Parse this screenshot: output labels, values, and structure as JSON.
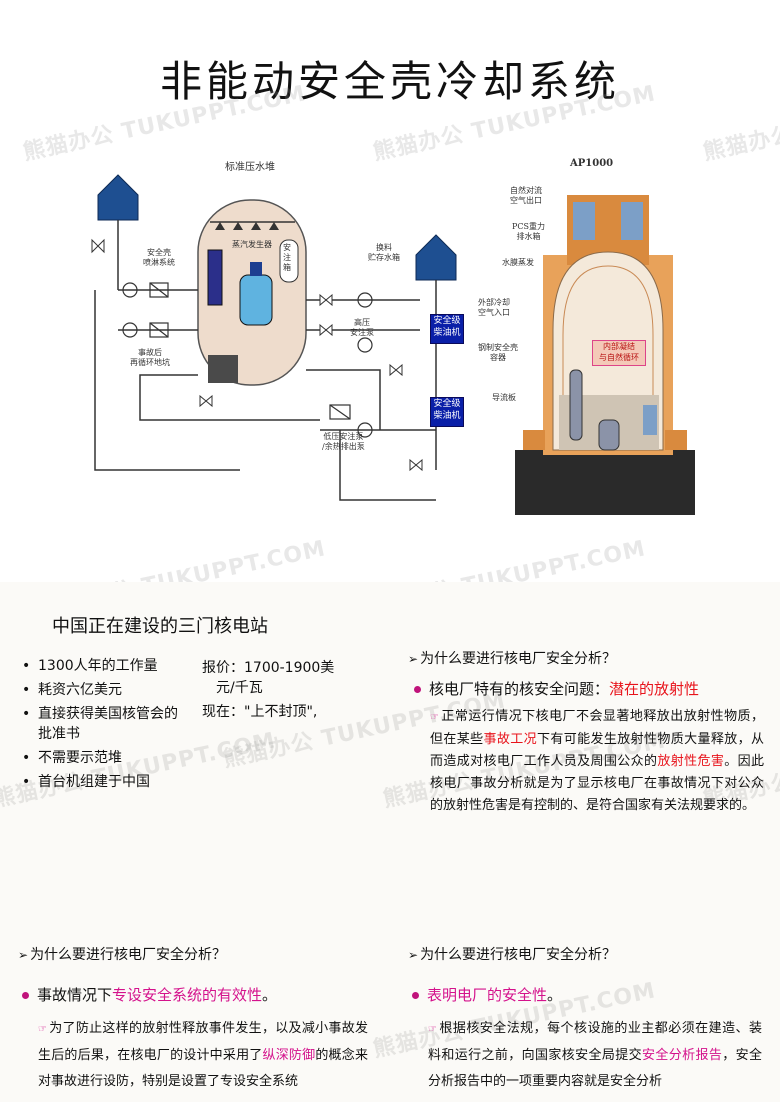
{
  "slide1": {
    "title": "非能动安全壳冷却系统",
    "left_diagram": {
      "caption": "标准压水堆",
      "label_spray": "安全壳\n喷淋系统",
      "label_sg": "蒸汽发生器",
      "label_tank": "安注箱",
      "label_refuel": "换料\n贮存水箱",
      "label_recirc": "事故后\n再循环地坑",
      "label_hp": "高压\n安注泵",
      "label_lp": "低压安注泵\n/余热排出泵",
      "diesel_1": "安全级\n柴油机",
      "diesel_2": "安全级\n柴油机"
    },
    "right_diagram": {
      "caption": "AP1000",
      "label_outlet": "自然对流\n空气出口",
      "label_pcs": "PCS重力\n排水箱",
      "label_evap": "水膜蒸发",
      "label_inlet": "外部冷却\n空气入口",
      "label_steel": "钢制安全壳\n容器",
      "label_baffle": "导流板",
      "label_inner": "内部凝结\n与自然循环"
    },
    "watermark": "熊猫办公 TUKUPPT.COM"
  },
  "slide2": {
    "heading": "中国正在建设的三门核电站",
    "bullets": [
      "1300人年的工作量",
      "耗资六亿美元",
      "直接获得美国核管会的批准书",
      "不需要示范堆",
      "首台机组建于中国"
    ],
    "price_line1": "报价：1700-1900美",
    "price_line2": "元/千瓦",
    "now_line": "现在：\"上不封顶\",",
    "question": "为什么要进行核电厂安全分析？",
    "issue_prefix": "核电厂特有的核安全问题：",
    "issue_highlight": "潜在的放射性",
    "para_a": "正常运行情况下核电厂不会显著地释放出放射性物质，但在某些",
    "para_b": "事故工况",
    "para_c": "下有可能发生放射性物质大量释放，从而造成对核电厂工作人员及周围公众的",
    "para_d": "放射性危害",
    "para_e": "。因此核电厂事故分析就是为了显示核电厂在事故情况下对公众的放射性危害是有控制的、是符合国家有关法规要求的。",
    "watermark": "熊猫办公 TUKUPPT.COM"
  },
  "slide3": {
    "left": {
      "question": "为什么要进行核电厂安全分析？",
      "point_prefix": "事故情况下",
      "point_highlight": "专设安全系统的有效性",
      "point_suffix": "。",
      "para_a": "为了防止这样的放射性释放事件发生，以及减小事故发生后的后果，在核电厂的设计中采用了",
      "para_b": "纵深防御",
      "para_c": "的概念来对事故进行设防，特别是设置了专设安全系统"
    },
    "right": {
      "question": "为什么要进行核电厂安全分析？",
      "point_highlight": "表明电厂的安全性",
      "point_suffix": "。",
      "para_a": "根据核安全法规，每个核设施的业主都必须在建造、装料和运行之前，向国家核安全局提交",
      "para_b": "安全分析报告",
      "para_c": "，安全分析报告中的一项重要内容就是安全分析"
    },
    "watermark": "熊猫办公 TUKUPPT.COM"
  },
  "colors": {
    "accent_red": "#e8131b",
    "accent_magenta": "#d4128c",
    "diesel_blue": "#0a1fa8",
    "house_blue": "#1e4f91",
    "ap_orange": "#e8a25a"
  }
}
